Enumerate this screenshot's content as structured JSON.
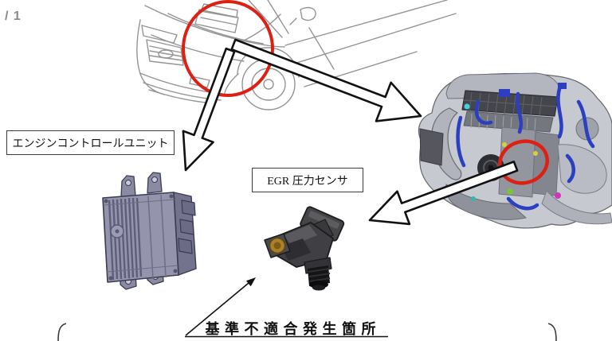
{
  "page": {
    "background": "#ffffff",
    "indicator": "/ 1"
  },
  "labels": {
    "ecu_unit": "エンジンコントロールユニット",
    "egr_sensor": "EGR 圧力センサ",
    "defect_location": "基 準 不 適 合 発 生 箇 所"
  },
  "colors": {
    "highlight_red": "#dc2114",
    "line_art_gray": "#949494",
    "hose_blue": "#2b3fc0",
    "label_border": "#3c3c3c",
    "indicator_gray": "#8a8a8a",
    "text_black": "#111111"
  },
  "figures": {
    "car": "vehicle-front-line-drawing",
    "engine": "engine-assembly-cad-render",
    "ecu": "engine-control-unit-cad-render",
    "sensor": "egr-pressure-sensor-cad-render"
  }
}
